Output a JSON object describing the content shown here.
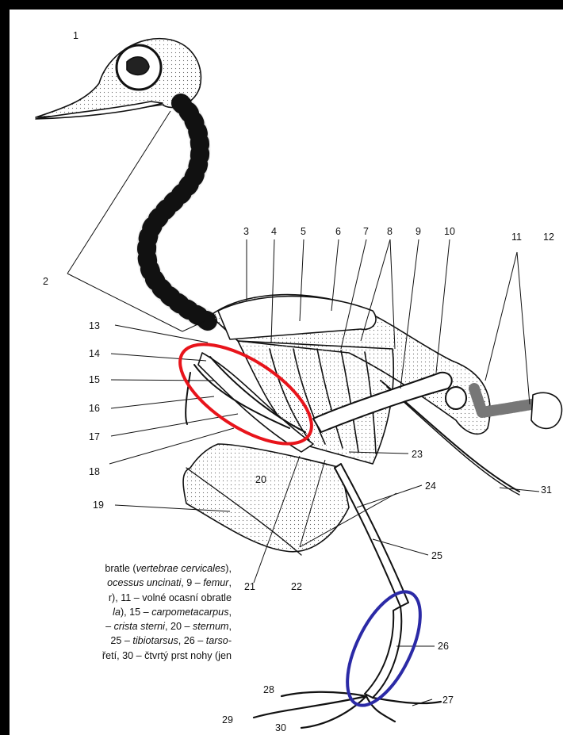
{
  "labels": [
    "1",
    "2",
    "3",
    "4",
    "5",
    "6",
    "7",
    "8",
    "9",
    "10",
    "11",
    "12",
    "13",
    "14",
    "15",
    "16",
    "17",
    "18",
    "19",
    "20",
    "21",
    "22",
    "23",
    "24",
    "25",
    "26",
    "27",
    "28",
    "29",
    "30",
    "31"
  ],
  "caption": {
    "lines": [
      [
        {
          "t": "bratle (",
          "i": false
        },
        {
          "t": "vertebrae cervicales",
          "i": true
        },
        {
          "t": "),",
          "i": false
        }
      ],
      [
        {
          "t": "ocessus uncinati",
          "i": true
        },
        {
          "t": ", 9 – ",
          "i": false
        },
        {
          "t": "femur",
          "i": true
        },
        {
          "t": ",",
          "i": false
        }
      ],
      [
        {
          "t": "r), 11 – volné ocasní obratle",
          "i": false
        }
      ],
      [
        {
          "t": "la",
          "i": true
        },
        {
          "t": "), 15 – ",
          "i": false
        },
        {
          "t": "carpometacarpus",
          "i": true
        },
        {
          "t": ",",
          "i": false
        }
      ],
      [
        {
          "t": "– ",
          "i": false
        },
        {
          "t": "crista sterni",
          "i": true
        },
        {
          "t": ", 20 – ",
          "i": false
        },
        {
          "t": "sternum",
          "i": true
        },
        {
          "t": ",",
          "i": false
        }
      ],
      [
        {
          "t": " 25 – ",
          "i": false
        },
        {
          "t": "tibiotarsus",
          "i": true
        },
        {
          "t": ", 26 – ",
          "i": false
        },
        {
          "t": "tarso-",
          "i": true
        }
      ],
      [
        {
          "t": "řetí, 30 – čtvrtý prst nohy (jen",
          "i": false
        }
      ]
    ]
  },
  "highlights": [
    {
      "name": "red-ellipse",
      "color": "#e8141b"
    },
    {
      "name": "blue-ellipse",
      "color": "#2b2aa6"
    }
  ]
}
